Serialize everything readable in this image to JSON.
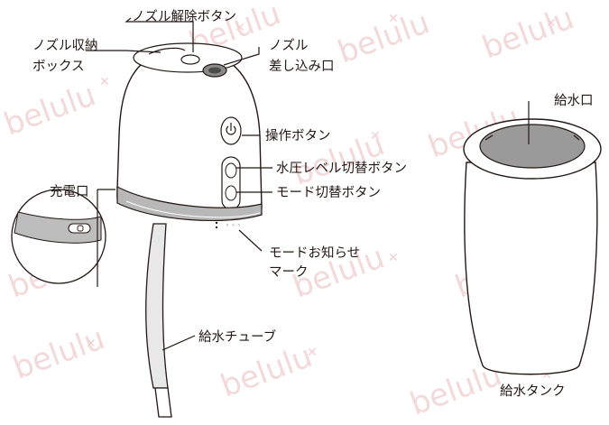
{
  "watermark": "belulu",
  "labels": {
    "nozzle_release_button": "ノズル解除ボタン",
    "nozzle_storage_box_l1": "ノズル収納",
    "nozzle_storage_box_l2": "ボックス",
    "nozzle_inlet_l1": "ノズル",
    "nozzle_inlet_l2": "差し込み口",
    "operation_button": "操作ボタン",
    "pressure_button": "水圧レベル切替ボタン",
    "mode_button": "モード切替ボタン",
    "charging_port": "充電口",
    "mode_mark_l1": "モードお知らせ",
    "mode_mark_l2": "マーク",
    "water_tube": "給水チューブ",
    "water_inlet": "給水口",
    "water_tank": "給水タンク"
  }
}
